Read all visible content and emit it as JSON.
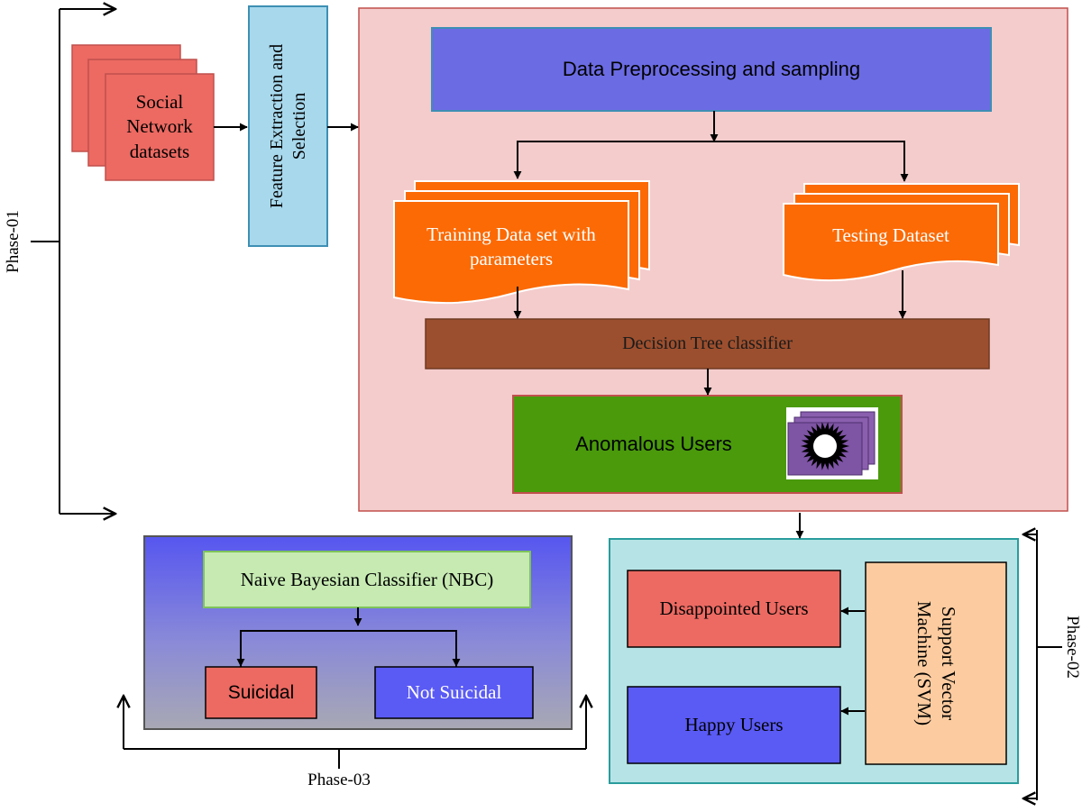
{
  "phases": {
    "phase1": "Phase-01",
    "phase2": "Phase-02",
    "phase3": "Phase-03"
  },
  "nodes": {
    "social_network": "Social Network datasets",
    "feature_extraction": "Feature Extraction and Selection",
    "data_preprocessing": "Data Preprocessing and sampling",
    "training_data": "Training Data set with parameters",
    "testing_data": "Testing Dataset",
    "decision_tree": "Decision Tree classifier",
    "anomalous_users": "Anomalous Users",
    "nbc": "Naive Bayesian Classifier (NBC)",
    "suicidal": "Suicidal",
    "not_suicidal": "Not Suicidal",
    "disappointed_users": "Disappointed Users",
    "happy_users": "Happy Users",
    "svm": "Support Vector Machine (SVM)"
  },
  "colors": {
    "social_network": "#ec6a62",
    "feature_extraction": "#a8d8ec",
    "phase1_panel": "#f4cccc",
    "data_preprocessing": "#6b6be3",
    "document_orange": "#fb6a05",
    "decision_tree": "#9c4f2e",
    "anomalous_users": "#4a9a0c",
    "nbc": "#c6eab2",
    "suicidal": "#ec6a62",
    "not_suicidal": "#5a5af5",
    "phase2_panel": "#b6e4e6",
    "disappointed_users": "#ec6a62",
    "happy_users": "#5a5af5",
    "svm": "#fccca0"
  },
  "icons": {
    "anomalous_icon": "spiky-burst-icon"
  }
}
